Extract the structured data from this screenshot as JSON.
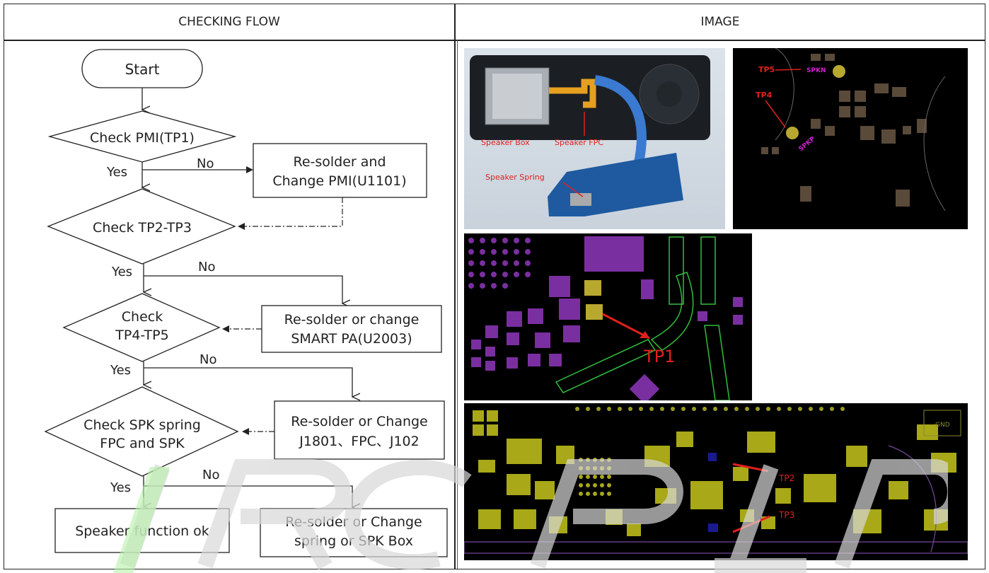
{
  "headers": {
    "left": "CHECKING FLOW",
    "right": "IMAGE"
  },
  "flow": {
    "start": "Start",
    "check_pmi": "Check PMI(TP1)",
    "resolder_pmi_line1": "Re-solder and",
    "resolder_pmi_line2": "Change PMI(U1101)",
    "check_tp2_tp3": "Check TP2-TP3",
    "check_tp4_line1": "Check",
    "check_tp4_line2": "TP4-TP5",
    "resolder_pa_line1": "Re-solder or change",
    "resolder_pa_line2": "SMART PA(U2003)",
    "check_spk_line1": "Check SPK spring",
    "check_spk_line2": "FPC and SPK",
    "resolder_j_line1": "Re-solder or Change",
    "resolder_j_line2": "J1801、FPC、J102",
    "speaker_ok": "Speaker function ok",
    "resolder_spring_line1": "Re-solder or Change",
    "resolder_spring_line2": "spring or SPK Box",
    "yes": "Yes",
    "no": "No"
  },
  "images": {
    "photo_labels": {
      "box": "Speaker Box",
      "fpc": "Speaker FPC",
      "spring": "Speaker Spring"
    },
    "pcb1_labels": {
      "tp5": "TP5",
      "tp4": "TP4",
      "spkn": "SPKN",
      "spkp": "SPKP"
    },
    "pcb2_labels": {
      "tp1": "TP1"
    },
    "pcb3_labels": {
      "tp2": "TP2",
      "tp3": "TP3",
      "gnd": "GND"
    }
  },
  "colors": {
    "accent_red": "#e0201c",
    "pcb_purple": "#7a2fa0",
    "pcb_yellow": "#b8b820",
    "trace_green": "#2fbf3a"
  }
}
